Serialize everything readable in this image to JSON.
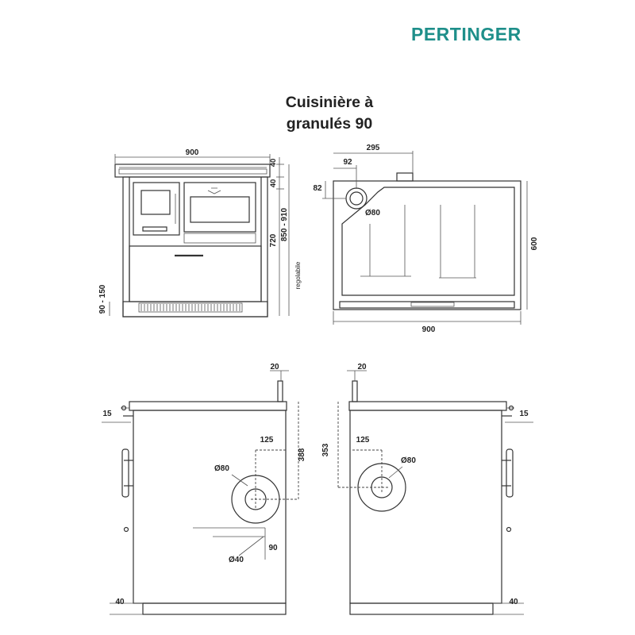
{
  "brand": {
    "name": "PERTINGER",
    "color": "#1e8f8a"
  },
  "title": {
    "line1": "Cuisinière à",
    "line2": "granulés 90"
  },
  "views": {
    "front": {
      "width": "900",
      "top_40a": "40",
      "top_40b": "40",
      "height_720": "720",
      "height_850_910": "850 - 910",
      "regolabile": "regolabile",
      "feet_90_150": "90 - 150"
    },
    "top": {
      "dim_295": "295",
      "dim_92": "92",
      "dim_82": "82",
      "diam_80": "Ø80",
      "depth_600": "600",
      "width_900": "900"
    },
    "side_left": {
      "dim_20": "20",
      "dim_15": "15",
      "dim_125": "125",
      "dim_388": "388",
      "diam_80": "Ø80",
      "dim_90": "90",
      "diam_40": "Ø40",
      "dim_40": "40"
    },
    "side_right": {
      "dim_20": "20",
      "dim_15": "15",
      "dim_125": "125",
      "dim_353": "353",
      "diam_80": "Ø80",
      "dim_40": "40"
    }
  }
}
